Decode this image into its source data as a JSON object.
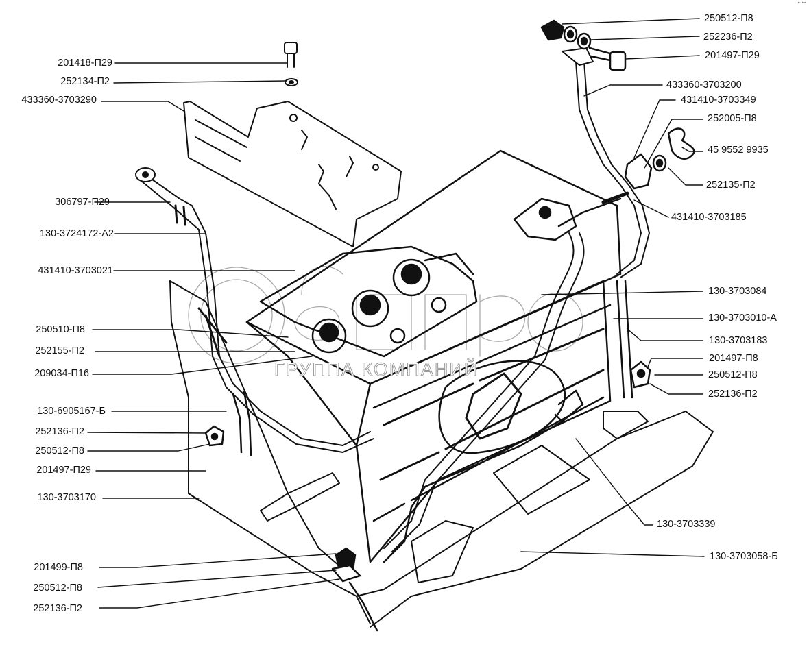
{
  "diagram": {
    "type": "exploded-parts-view",
    "subject": "battery installation assembly",
    "corner_mark": "•▫ •••",
    "watermark": {
      "main": "автопро",
      "sub": "ГРУППА КОМПАНИЙ"
    },
    "labels_left": [
      {
        "id": "l1",
        "text": "201418-П29"
      },
      {
        "id": "l2",
        "text": "252134-П2"
      },
      {
        "id": "l3",
        "text": "433360-3703290"
      },
      {
        "id": "l4",
        "text": "306797-П29"
      },
      {
        "id": "l5",
        "text": "130-3724172-А2"
      },
      {
        "id": "l6",
        "text": "431410-3703021"
      },
      {
        "id": "l7",
        "text": "250510-П8"
      },
      {
        "id": "l8",
        "text": "252155-П2"
      },
      {
        "id": "l9",
        "text": "209034-П16"
      },
      {
        "id": "l10",
        "text": "130-6905167-Б"
      },
      {
        "id": "l11",
        "text": "252136-П2"
      },
      {
        "id": "l12",
        "text": "250512-П8"
      },
      {
        "id": "l13",
        "text": "201497-П29"
      },
      {
        "id": "l14",
        "text": "130-3703170"
      },
      {
        "id": "l15",
        "text": "201499-П8"
      },
      {
        "id": "l16",
        "text": "250512-П8"
      },
      {
        "id": "l17",
        "text": "252136-П2"
      }
    ],
    "labels_right": [
      {
        "id": "r1",
        "text": "250512-П8"
      },
      {
        "id": "r2",
        "text": "252236-П2"
      },
      {
        "id": "r3",
        "text": "201497-П29"
      },
      {
        "id": "r4",
        "text": "433360-3703200"
      },
      {
        "id": "r5",
        "text": "431410-3703349"
      },
      {
        "id": "r6",
        "text": "252005-П8"
      },
      {
        "id": "r7",
        "text": "45 9552 9935"
      },
      {
        "id": "r8",
        "text": "252135-П2"
      },
      {
        "id": "r9",
        "text": "431410-3703185"
      },
      {
        "id": "r10",
        "text": "130-3703084"
      },
      {
        "id": "r11",
        "text": "130-3703010-А"
      },
      {
        "id": "r12",
        "text": "130-3703183"
      },
      {
        "id": "r13",
        "text": "201497-П8"
      },
      {
        "id": "r14",
        "text": "250512-П8"
      },
      {
        "id": "r15",
        "text": "252136-П2"
      },
      {
        "id": "r16",
        "text": "130-3703339"
      },
      {
        "id": "r17",
        "text": "130-3703058-Б"
      }
    ]
  }
}
